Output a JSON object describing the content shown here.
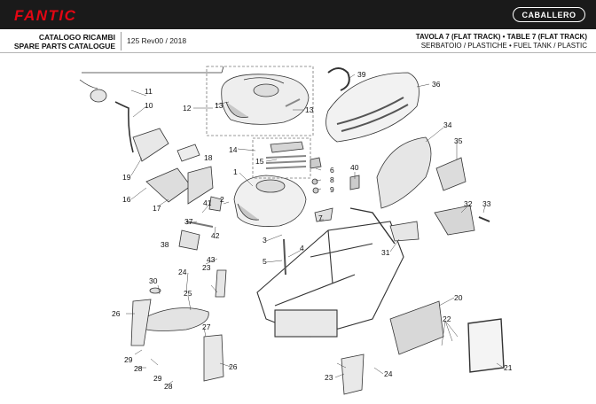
{
  "header": {
    "brand": "FANTIC",
    "model": "CABALLERO",
    "catalog_line1": "CATALOGO RICAMBI",
    "catalog_line2": "SPARE PARTS CATALOGUE",
    "revision": "125 Rev00 / 2018",
    "table_line1": "TAVOLA 7 (FLAT TRACK) • TABLE 7 (FLAT TRACK)",
    "table_line2": "SERBATOIO / PLASTICHE • FUEL TANK / PLASTIC"
  },
  "callouts": [
    {
      "label": "1"
    },
    {
      "label": "2"
    },
    {
      "label": "3"
    },
    {
      "label": "4"
    },
    {
      "label": "5"
    },
    {
      "label": "6"
    },
    {
      "label": "7"
    },
    {
      "label": "8"
    },
    {
      "label": "9"
    },
    {
      "label": "10"
    },
    {
      "label": "11"
    },
    {
      "label": "12"
    },
    {
      "label": "13"
    },
    {
      "label": "13"
    },
    {
      "label": "14"
    },
    {
      "label": "15"
    },
    {
      "label": "16"
    },
    {
      "label": "17"
    },
    {
      "label": "18"
    },
    {
      "label": "19"
    },
    {
      "label": "20"
    },
    {
      "label": "21"
    },
    {
      "label": "22"
    },
    {
      "label": "23"
    },
    {
      "label": "23"
    },
    {
      "label": "24"
    },
    {
      "label": "24"
    },
    {
      "label": "25"
    },
    {
      "label": "26"
    },
    {
      "label": "26"
    },
    {
      "label": "27"
    },
    {
      "label": "28"
    },
    {
      "label": "28"
    },
    {
      "label": "29"
    },
    {
      "label": "29"
    },
    {
      "label": "30"
    },
    {
      "label": "31"
    },
    {
      "label": "32"
    },
    {
      "label": "33"
    },
    {
      "label": "34"
    },
    {
      "label": "35"
    },
    {
      "label": "36"
    },
    {
      "label": "37"
    },
    {
      "label": "38"
    },
    {
      "label": "39"
    },
    {
      "label": "40"
    },
    {
      "label": "41"
    },
    {
      "label": "42"
    },
    {
      "label": "43"
    }
  ]
}
